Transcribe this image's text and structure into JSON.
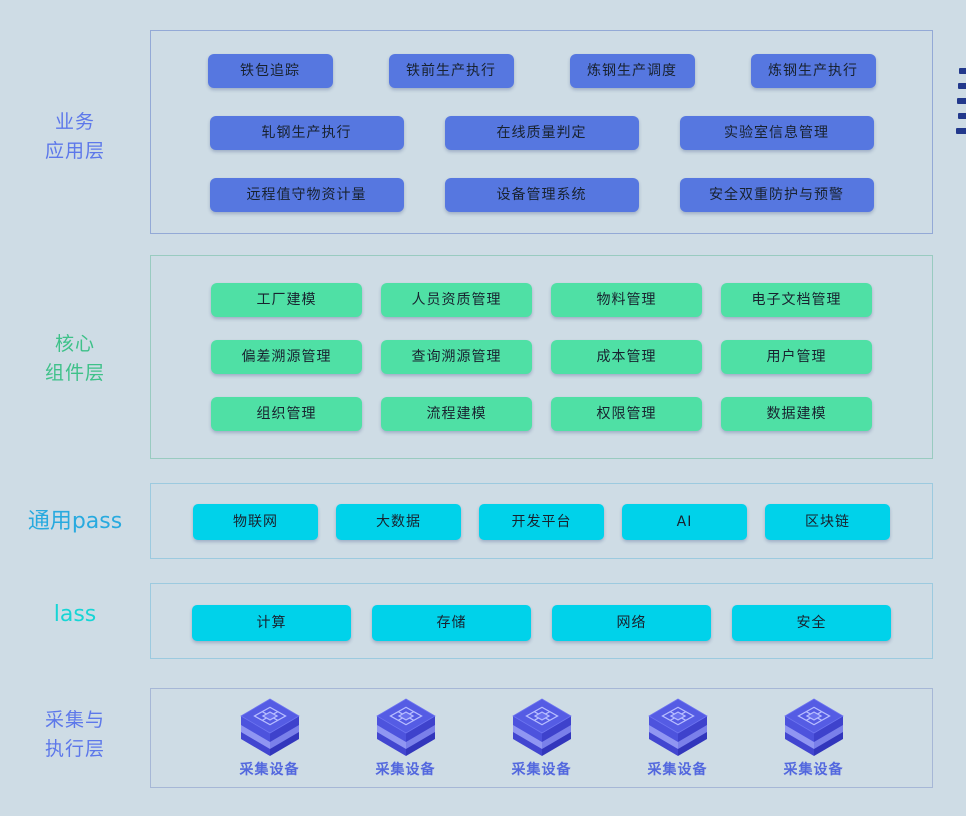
{
  "colors": {
    "background": "#cedce5",
    "button_blue": "#5677e0",
    "button_green": "#4fe0a5",
    "button_cyan": "#00d2ea",
    "label_blue": "#5d78ea",
    "label_green": "#3ec189",
    "label_cyan_blue": "#28aadf",
    "label_turquoise": "#16d5d5",
    "device_label": "#5368de",
    "cube_body": "#4b51dc",
    "edge_marker": "#22388c",
    "panel_border_blue": "#93a9d6",
    "panel_border_green": "#99cbc0",
    "panel_border_cyan": "#9ccadf"
  },
  "layers": [
    {
      "id": "business-application",
      "label_lines": [
        "业务",
        "应用层"
      ],
      "rows": [
        [
          "铁包追踪",
          "铁前生产执行",
          "炼钢生产调度",
          "炼钢生产执行"
        ],
        [
          "轧钢生产执行",
          "在线质量判定",
          "实验室信息管理"
        ],
        [
          "远程值守物资计量",
          "设备管理系统",
          "安全双重防护与预警"
        ]
      ]
    },
    {
      "id": "core-components",
      "label_lines": [
        "核心",
        "组件层"
      ],
      "rows": [
        [
          "工厂建模",
          "人员资质管理",
          "物料管理",
          "电子文档管理"
        ],
        [
          "偏差溯源管理",
          "查询溯源管理",
          "成本管理",
          "用户管理"
        ],
        [
          "组织管理",
          "流程建模",
          "权限管理",
          "数据建模"
        ]
      ]
    },
    {
      "id": "common-paas",
      "label_lines": [
        "通用pass"
      ],
      "rows": [
        [
          "物联网",
          "大数据",
          "开发平台",
          "AI",
          "区块链"
        ]
      ]
    },
    {
      "id": "iaas",
      "label_lines": [
        "lass"
      ],
      "rows": [
        [
          "计算",
          "存储",
          "网络",
          "安全"
        ]
      ]
    },
    {
      "id": "collection-execution",
      "label_lines": [
        "采集与",
        "执行层"
      ],
      "devices": [
        "采集设备",
        "采集设备",
        "采集设备",
        "采集设备",
        "采集设备"
      ]
    }
  ]
}
